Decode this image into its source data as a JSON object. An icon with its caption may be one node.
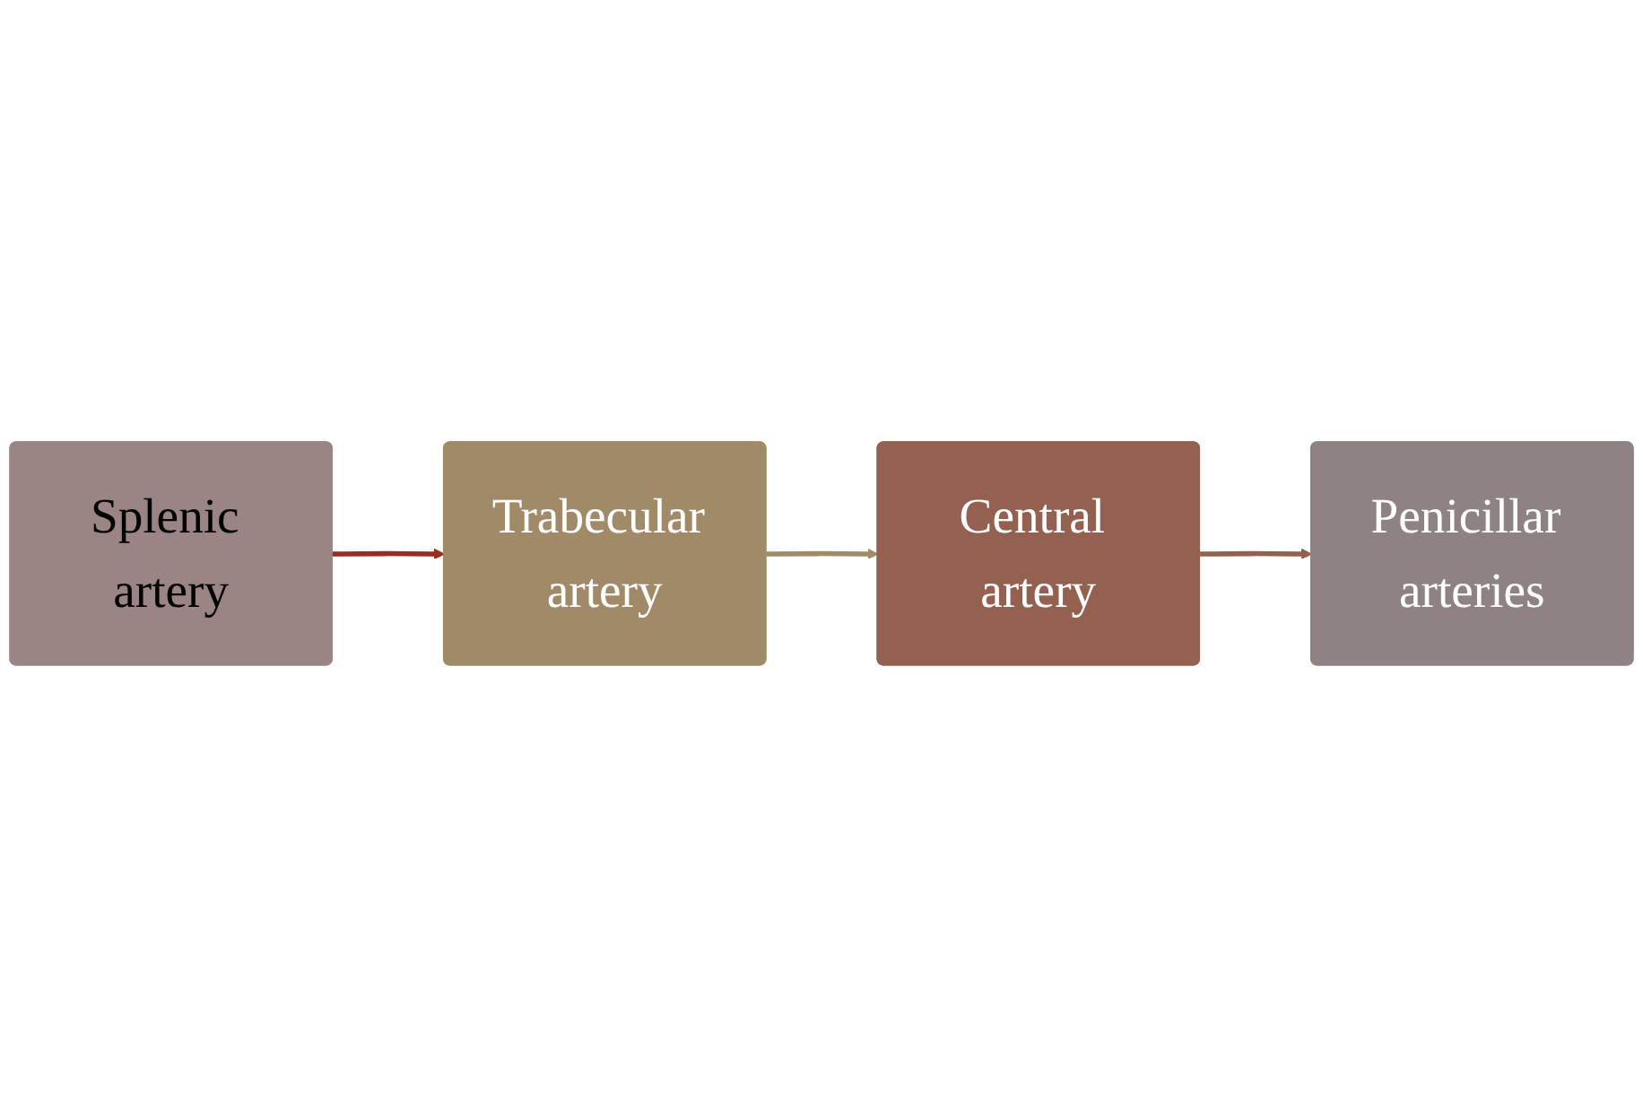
{
  "diagram": {
    "nodes": [
      {
        "text": [
          "Splenic artery"
        ]
      },
      {
        "text": [
          "Trabecular artery"
        ]
      },
      {
        "text": [
          "Central artery"
        ]
      },
      {
        "text": [
          "Penicillar arteries"
        ]
      }
    ],
    "edges": [
      {
        "from": 0,
        "to": 1,
        "arrow": "to",
        "color": "#9b2d20"
      },
      {
        "from": 1,
        "to": 2,
        "arrow": "to",
        "color": "#a08a68"
      },
      {
        "from": 2,
        "to": 3,
        "arrow": "to",
        "color": "#94604f"
      }
    ]
  }
}
